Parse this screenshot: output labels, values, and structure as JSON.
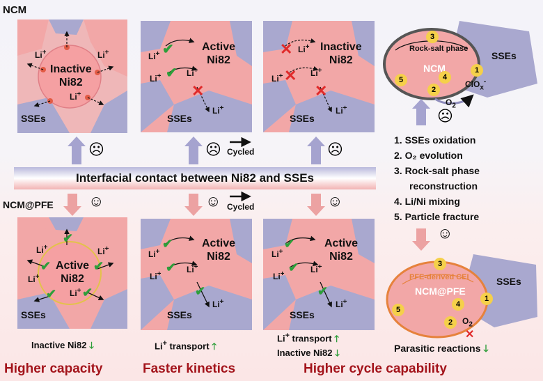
{
  "labels": {
    "ncm": "NCM",
    "ncm_pfe": "NCM@PFE",
    "banner": "Interfacial contact between Ni82 and SSEs",
    "cycled": "Cycled",
    "li": "Li",
    "plus": "+",
    "sses": "SSEs",
    "inactive": "Inactive",
    "active": "Active",
    "ni82": "Ni82",
    "rock_salt": "Rock-salt phase",
    "ncm_core": "NCM",
    "clo": "ClO",
    "clo_sub": "x",
    "clo_sup": "-",
    "o2": "O",
    "o2_sub": "2",
    "pfe_cei": "PFE-derived CEI",
    "ncm_pfe_core": "NCM@PFE",
    "bottom_inactive_ni82": "Inactive Ni82",
    "bottom_li_transport_a": "Li",
    "bottom_li_transport_b": " transport",
    "bottom_li_transport_c": "Li",
    "bottom_li_transport_d": " transport",
    "bottom_inactive_ni82_2": "Inactive Ni82",
    "parasitic": "Parasitic reactions",
    "higher_capacity": "Higher capacity",
    "faster_kinetics": "Faster kinetics",
    "higher_cycle": "Higher cycle capability"
  },
  "degradation_list": [
    "1. SSEs oxidation",
    "2. O₂ evolution",
    "3. Rock-salt phase",
    "reconstruction",
    "4. Li/Ni mixing",
    "5. Particle fracture"
  ],
  "numbers": [
    "1",
    "2",
    "3",
    "4",
    "5"
  ],
  "colors": {
    "cathode": "#f2a7a7",
    "cathode_dark": "#e38e93",
    "sse": "#a9a8cf",
    "sse_dark": "#8f8dbd",
    "arrow_up": "#a5a3cf",
    "arrow_down": "#eca2a2",
    "highlight_red": "#a3141b",
    "check_green": "#2e9e3a",
    "cei_orange": "#e6823c"
  },
  "icons": [
    "sad-face-icon",
    "smile-face-icon",
    "check-icon",
    "cross-icon",
    "green-up-arrow-icon",
    "green-down-arrow-icon"
  ]
}
